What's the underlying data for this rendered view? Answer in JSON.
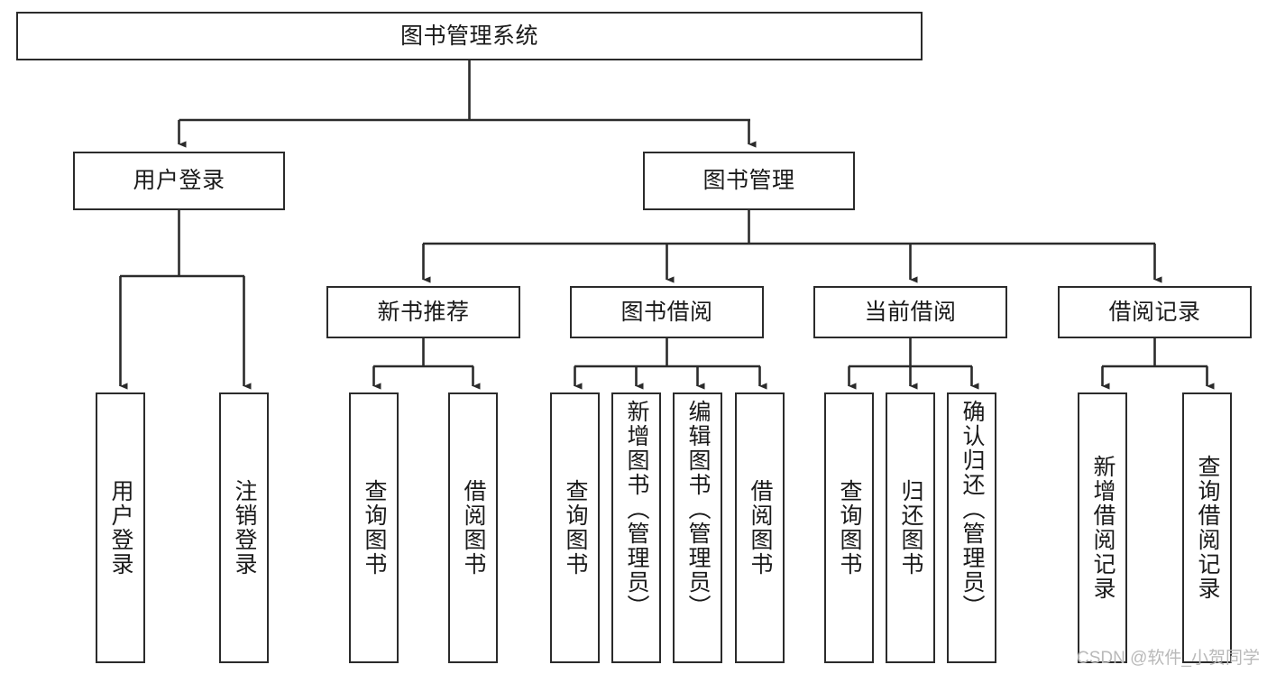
{
  "diagram": {
    "type": "tree",
    "title": "图书管理系统",
    "watermark": "CSDN @软件_小贺同学",
    "root": {
      "label": "图书管理系统"
    },
    "level2": [
      {
        "label": "用户登录"
      },
      {
        "label": "图书管理"
      }
    ],
    "level3": [
      {
        "label": "新书推荐"
      },
      {
        "label": "图书借阅"
      },
      {
        "label": "当前借阅"
      },
      {
        "label": "借阅记录"
      }
    ],
    "leaves": {
      "user_login": [
        {
          "label": "用户登录"
        },
        {
          "label": "注销登录"
        }
      ],
      "new_book_recommend": [
        {
          "label": "查询图书"
        },
        {
          "label": "借阅图书"
        }
      ],
      "book_borrow": [
        {
          "label": "查询图书"
        },
        {
          "label": "新增图书（管理员）"
        },
        {
          "label": "编辑图书（管理员）"
        },
        {
          "label": "借阅图书"
        }
      ],
      "current_borrow": [
        {
          "label": "查询图书"
        },
        {
          "label": "归还图书"
        },
        {
          "label": "确认归还（管理员）"
        }
      ],
      "borrow_record": [
        {
          "label": "新增借阅记录"
        },
        {
          "label": "查询借阅记录"
        }
      ]
    }
  },
  "colors": {
    "stroke": "#2b2b2b",
    "text": "#1a1a1a",
    "background": "#ffffff",
    "watermark": "#b9b9b9"
  }
}
